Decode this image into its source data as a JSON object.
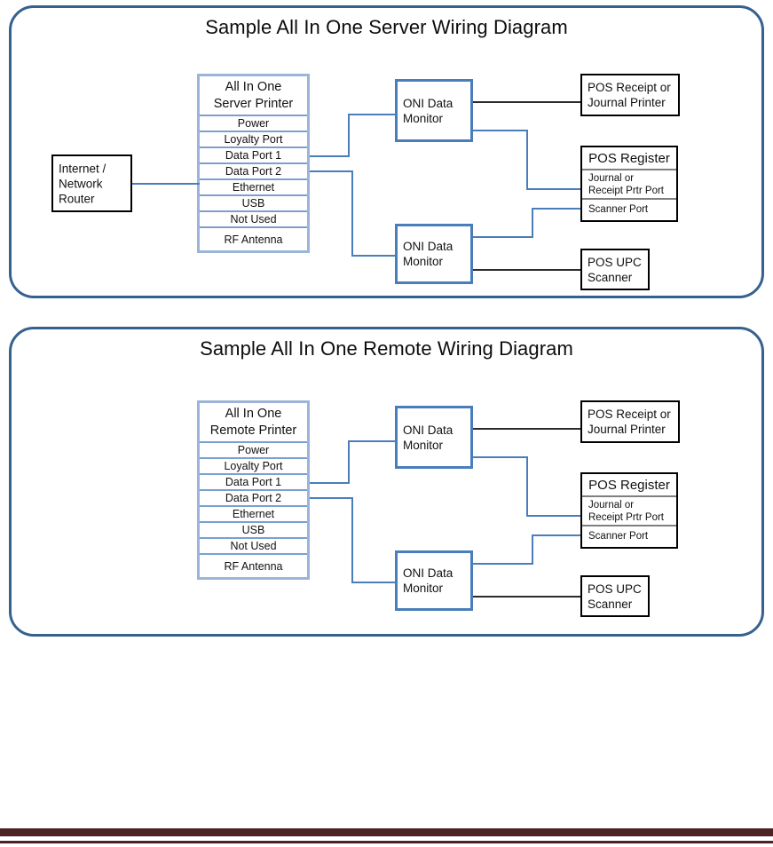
{
  "page": {
    "footer_rule_color": "#4E2222",
    "panel_border_color": "#36618E",
    "connector_blue": "#4A7EBB",
    "connector_black": "#2B2B2B"
  },
  "diagrams": [
    {
      "id": "server",
      "title": "Sample All In One Server Wiring Diagram",
      "router": {
        "lines": [
          "Internet /",
          "Network",
          "Router"
        ]
      },
      "printer": {
        "header": [
          "All In One",
          "Server Printer"
        ],
        "ports": [
          "Power",
          "Loyalty Port",
          "Data Port 1",
          "Data Port 2",
          "Ethernet",
          "USB",
          "Not Used",
          "RF Antenna"
        ]
      },
      "monitors": [
        {
          "lines": [
            "ONI Data",
            "Monitor"
          ]
        },
        {
          "lines": [
            "ONI Data",
            "Monitor"
          ]
        }
      ],
      "devices": [
        {
          "name": "pos-receipt-printer",
          "lines": [
            "POS Receipt or",
            "Journal Printer"
          ]
        },
        {
          "name": "pos-upc-scanner",
          "lines": [
            "POS UPC",
            "Scanner"
          ]
        }
      ],
      "register": {
        "header": "POS Register",
        "journal_port": [
          "Journal or",
          "Receipt Prtr Port"
        ],
        "scanner_port": "Scanner Port"
      }
    },
    {
      "id": "remote",
      "title": "Sample All In One Remote Wiring Diagram",
      "printer": {
        "header": [
          "All In One",
          "Remote Printer"
        ],
        "ports": [
          "Power",
          "Loyalty Port",
          "Data Port 1",
          "Data Port 2",
          "Ethernet",
          "USB",
          "Not Used",
          "RF Antenna"
        ]
      },
      "monitors": [
        {
          "lines": [
            "ONI Data",
            "Monitor"
          ]
        },
        {
          "lines": [
            "ONI Data",
            "Monitor"
          ]
        }
      ],
      "devices": [
        {
          "name": "pos-receipt-printer",
          "lines": [
            "POS Receipt or",
            "Journal Printer"
          ]
        },
        {
          "name": "pos-upc-scanner",
          "lines": [
            "POS UPC",
            "Scanner"
          ]
        }
      ],
      "register": {
        "header": "POS Register",
        "journal_port": [
          "Journal or",
          "Receipt Prtr Port"
        ],
        "scanner_port": "Scanner Port"
      }
    }
  ]
}
